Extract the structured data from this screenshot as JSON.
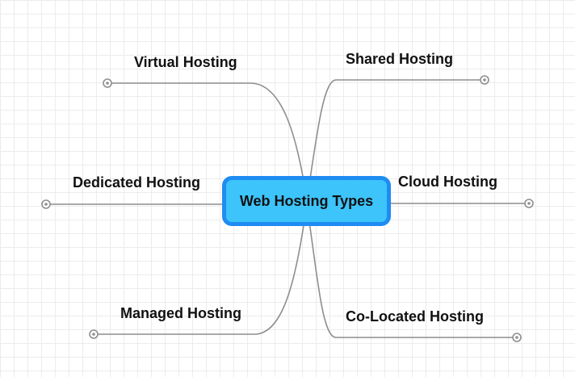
{
  "root": {
    "label": "Web Hosting Types"
  },
  "branches": [
    {
      "id": "virtual",
      "label": "Virtual Hosting"
    },
    {
      "id": "shared",
      "label": "Shared Hosting"
    },
    {
      "id": "dedicated",
      "label": "Dedicated Hosting"
    },
    {
      "id": "cloud",
      "label": "Cloud Hosting"
    },
    {
      "id": "managed",
      "label": "Managed Hosting"
    },
    {
      "id": "colocated",
      "label": "Co-Located Hosting"
    }
  ],
  "colors": {
    "root_fill": "#3cc4fb",
    "root_border": "#1e8cf2",
    "connector": "#8e8e8e",
    "grid": "#ececec"
  }
}
